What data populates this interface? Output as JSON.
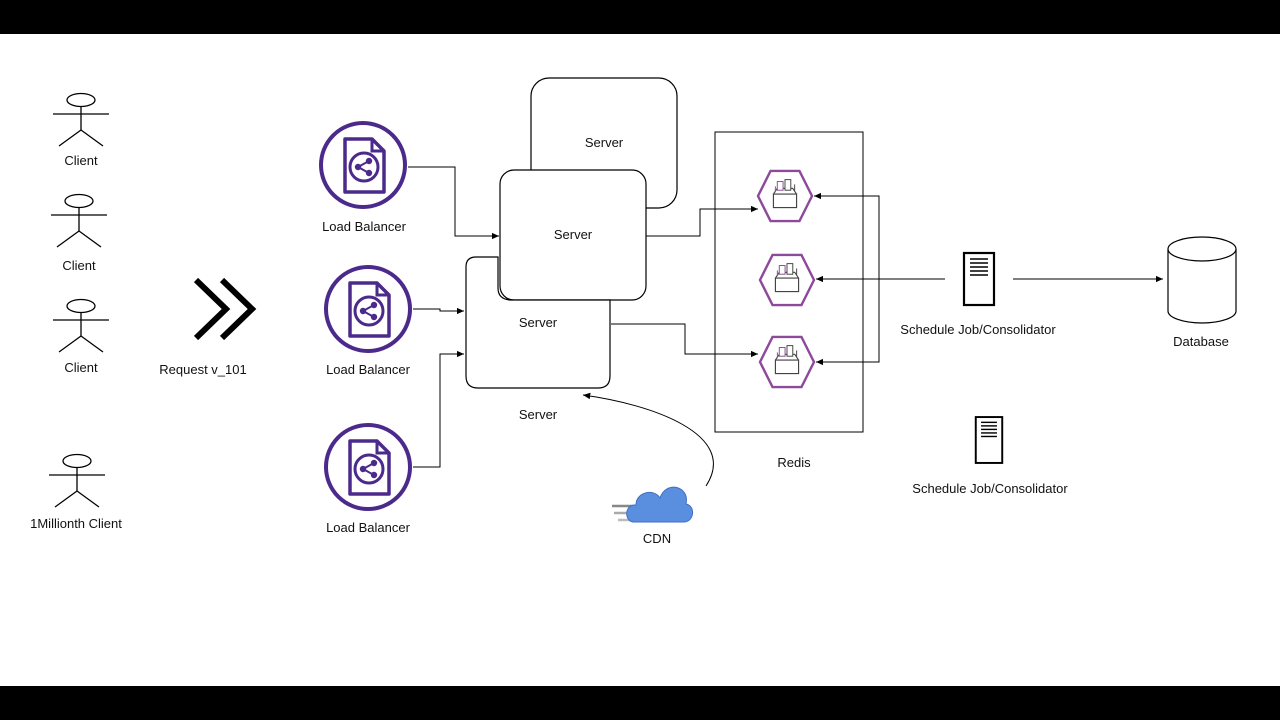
{
  "clients": [
    "Client",
    "Client",
    "Client",
    "1Millionth Client"
  ],
  "request_label": "Request v_101",
  "load_balancers": [
    "Load Balancer",
    "Load Balancer",
    "Load Balancer"
  ],
  "servers": [
    "Server",
    "Server",
    "Server",
    "Server"
  ],
  "redis_label": "Redis",
  "cdn_label": "CDN",
  "schedulers": [
    "Schedule Job/Consolidator",
    "Schedule Job/Consolidator"
  ],
  "database_label": "Database",
  "colors": {
    "load_balancer": "#4b2a8c",
    "redis_node": "#8e4a9a",
    "cdn": "#5a8fe0"
  },
  "icons": {
    "client": "person-icon",
    "request": "double-chevron-icon",
    "load_balancer": "share-document-icon",
    "redis": "hexagon-cache-icon",
    "cdn": "cloud-icon",
    "scheduler": "server-tower-icon",
    "database": "cylinder-icon"
  }
}
